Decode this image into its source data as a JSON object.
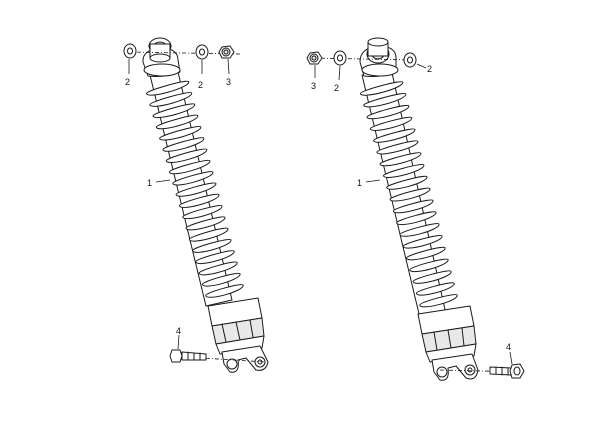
{
  "callouts": {
    "left_shock_item": "1",
    "left_washer_outer_item": "2",
    "left_washer_inner_item": "2",
    "left_nut_item": "3",
    "left_bolt_item": "4",
    "right_shock_item": "1",
    "right_nut_item": "3",
    "right_washer_inner_item": "2",
    "right_washer_outer_item": "2",
    "right_bolt_item": "4"
  },
  "colors": {
    "line": "#1a1a1a",
    "background": "#ffffff",
    "shade": "#e8e8e8"
  }
}
